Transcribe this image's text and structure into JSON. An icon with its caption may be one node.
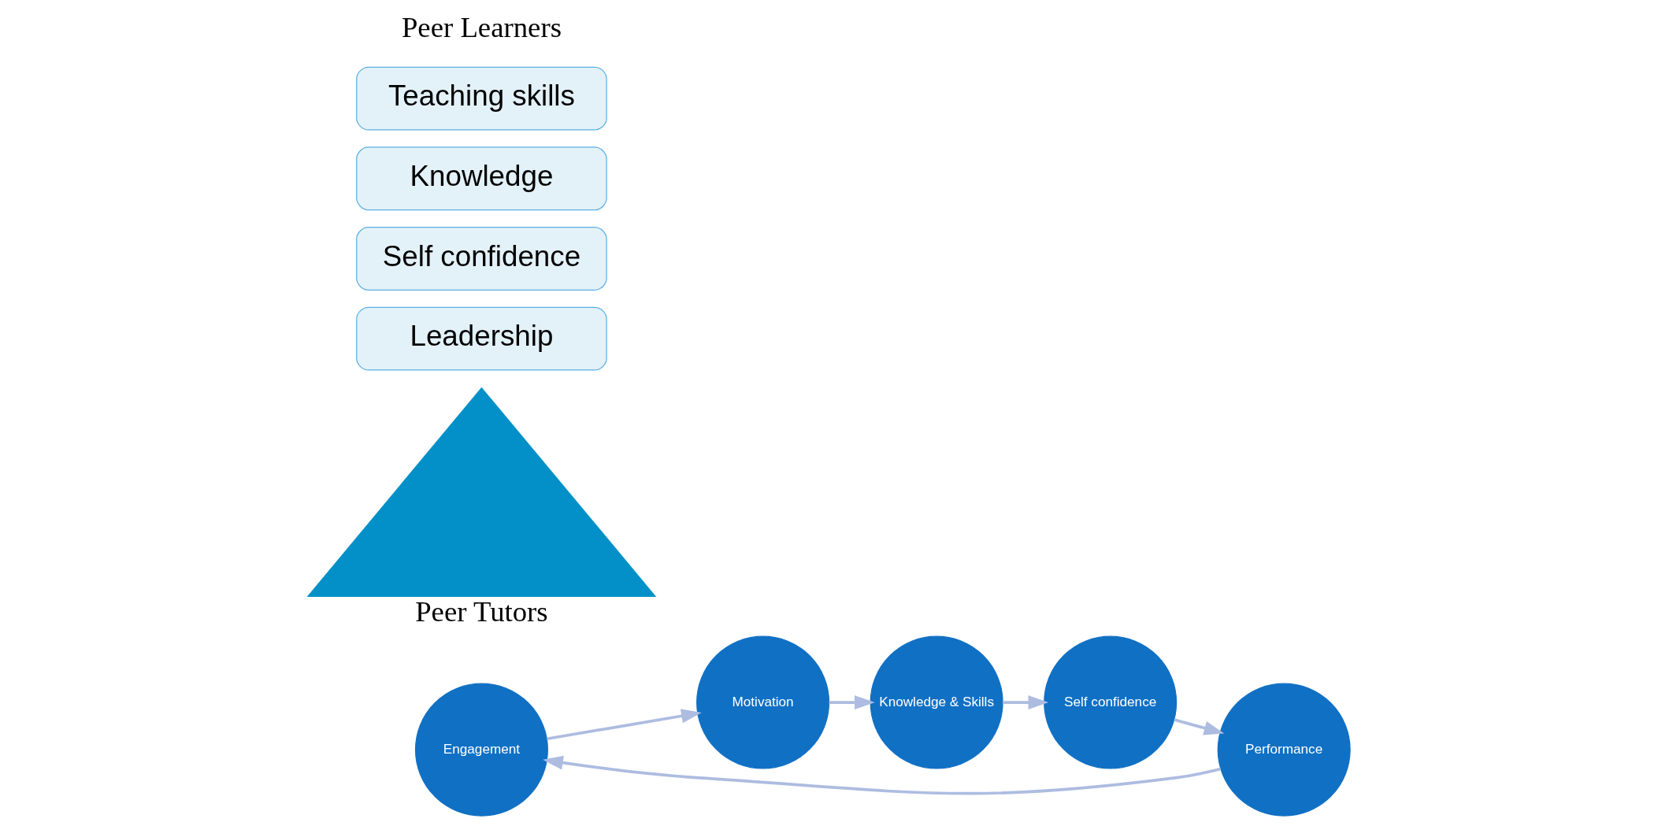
{
  "diagram": {
    "nodes": [
      {
        "text": [
          "Engagement"
        ]
      },
      {
        "text": [
          "Motivation"
        ]
      },
      {
        "text": [
          "Knowledge & Skills"
        ]
      },
      {
        "text": [
          "Self confidence"
        ]
      },
      {
        "text": [
          "Performance"
        ]
      },
      {
        "text": [
          "Peer Tutors"
        ]
      },
      {
        "text": [
          "Leadership"
        ]
      },
      {
        "text": [
          "Self confidence"
        ]
      },
      {
        "text": [
          "Knowledge"
        ]
      },
      {
        "text": [
          "Teaching skills"
        ]
      }
    ],
    "edges": [
      {
        "from": 0,
        "to": 1,
        "arrow": "to"
      },
      {
        "from": 1,
        "to": 2,
        "arrow": "to"
      },
      {
        "from": 2,
        "to": 3,
        "arrow": "to"
      },
      {
        "from": 3,
        "to": 4,
        "arrow": "to"
      },
      {
        "from": 4,
        "to": 0,
        "arrow": "to"
      }
    ],
    "labels": [
      "Peer Learners"
    ]
  }
}
